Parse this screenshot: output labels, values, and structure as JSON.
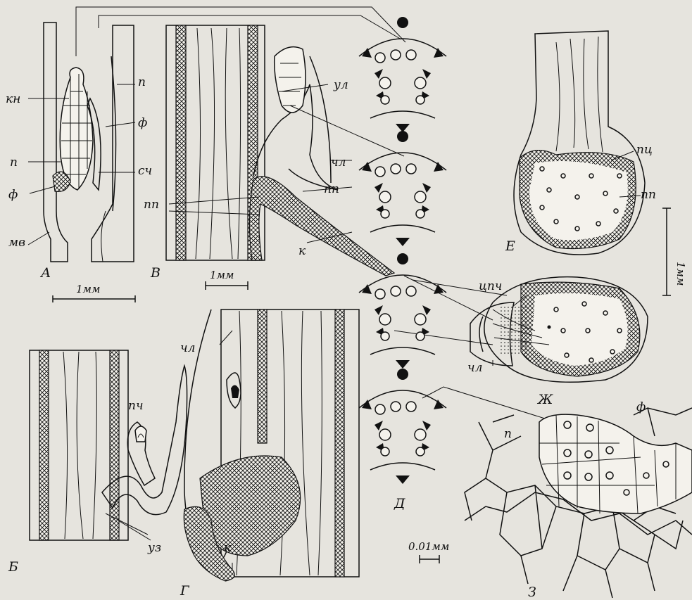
{
  "labels": {
    "kn": "кн",
    "f": "ф",
    "p": "п",
    "sch": "сч",
    "mv": "мв",
    "ul": "ул",
    "chl": "чл",
    "pp": "пп",
    "k": "к",
    "pc": "пц",
    "tspch": "цпч",
    "pch": "пч",
    "uz": "уз"
  },
  "panels": {
    "A": "А",
    "V": "В",
    "B": "Б",
    "G": "Г",
    "D": "Д",
    "E": "Е",
    "Zh": "Ж",
    "Z": "З"
  },
  "scales": {
    "a": "1мм",
    "v": "1мм",
    "e": "1мм",
    "z": "0.01мм"
  }
}
